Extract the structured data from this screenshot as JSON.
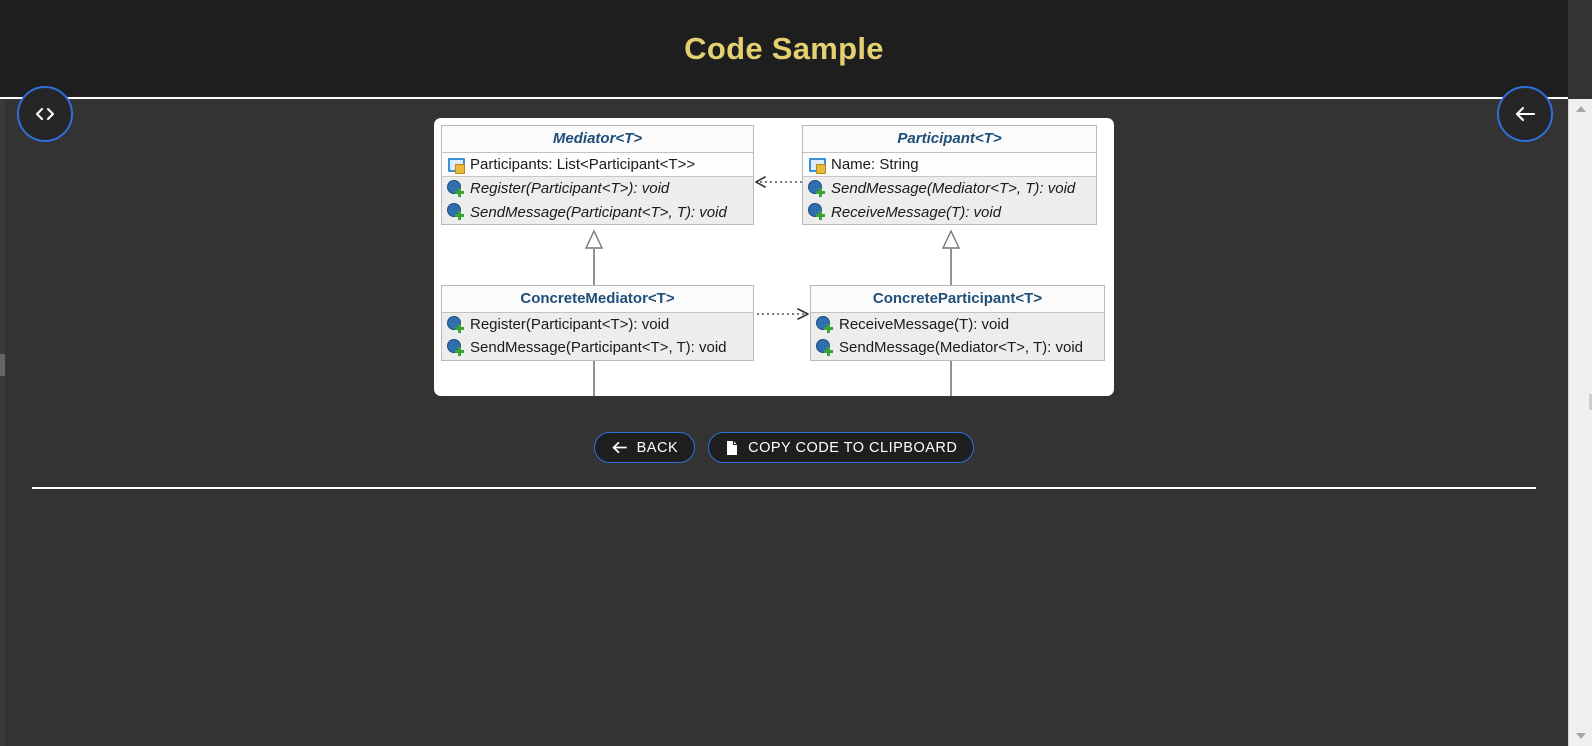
{
  "header": {
    "title": "Code Sample",
    "accent_color": "#e3d070",
    "background": "#1e1e1e"
  },
  "floating_buttons": [
    {
      "name": "code-toggle",
      "icon": "code-brackets-icon",
      "glyph": "<>"
    },
    {
      "name": "back-arrow",
      "icon": "arrow-left-icon",
      "glyph": "←"
    }
  ],
  "diagram": {
    "type": "uml-class-diagram",
    "pattern": "Mediator",
    "classes": [
      {
        "id": "mediator",
        "name": "Mediator<T>",
        "abstract": true,
        "fields": [
          {
            "icon": "property-icon",
            "text": "Participants: List<Participant<T>>"
          }
        ],
        "methods": [
          {
            "icon": "method-icon",
            "text": "Register(Participant<T>): void",
            "abstract": true
          },
          {
            "icon": "method-icon",
            "text": "SendMessage(Participant<T>, T): void",
            "abstract": true
          }
        ]
      },
      {
        "id": "participant",
        "name": "Participant<T>",
        "abstract": true,
        "fields": [
          {
            "icon": "property-icon",
            "text": "Name: String"
          }
        ],
        "methods": [
          {
            "icon": "method-icon",
            "text": "SendMessage(Mediator<T>, T): void",
            "abstract": true
          },
          {
            "icon": "method-icon",
            "text": "ReceiveMessage(T): void",
            "abstract": true
          }
        ]
      },
      {
        "id": "concrete-mediator",
        "name": "ConcreteMediator<T>",
        "abstract": false,
        "fields": [],
        "methods": [
          {
            "icon": "method-icon",
            "text": "Register(Participant<T>): void",
            "abstract": false
          },
          {
            "icon": "method-icon",
            "text": "SendMessage(Participant<T>, T): void",
            "abstract": false
          }
        ]
      },
      {
        "id": "concrete-participant",
        "name": "ConcreteParticipant<T>",
        "abstract": false,
        "fields": [],
        "methods": [
          {
            "icon": "method-icon",
            "text": "ReceiveMessage(T): void",
            "abstract": false
          },
          {
            "icon": "method-icon",
            "text": "SendMessage(Mediator<T>, T): void",
            "abstract": false
          }
        ]
      }
    ],
    "relationships": [
      {
        "from": "participant",
        "to": "mediator",
        "style": "dotted",
        "arrow": "open",
        "kind": "dependency"
      },
      {
        "from": "concrete-mediator",
        "to": "mediator",
        "style": "solid",
        "arrow": "hollow-triangle",
        "kind": "inheritance"
      },
      {
        "from": "concrete-participant",
        "to": "participant",
        "style": "solid",
        "arrow": "hollow-triangle",
        "kind": "inheritance"
      },
      {
        "from": "concrete-mediator",
        "to": "concrete-participant",
        "style": "dotted",
        "arrow": "open",
        "kind": "dependency"
      }
    ]
  },
  "actions": [
    {
      "name": "back-button",
      "label": "BACK",
      "icon": "arrow-left-icon"
    },
    {
      "name": "copy-code-button",
      "label": "COPY CODE TO CLIPBOARD",
      "icon": "copy-document-icon"
    }
  ],
  "colors": {
    "page_background": "#333333",
    "button_border": "#2f6fdb",
    "class_title": "#1f4e79"
  }
}
